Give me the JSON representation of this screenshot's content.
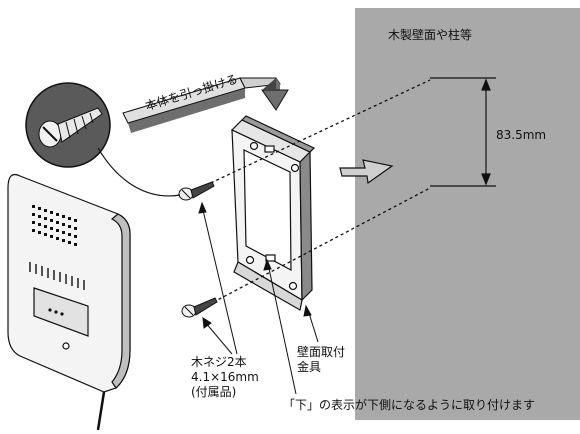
{
  "labels": {
    "wall": "木製壁面や柱等",
    "dimension": "83.5mm",
    "hang": "本体を引っ掛ける",
    "screw_line1": "木ネジ2本",
    "screw_line2": "4.1×16mm",
    "screw_line3": "(付属品)",
    "bracket_line1": "壁面取付",
    "bracket_line2": "金具",
    "bottom_note": "「下」の表示が下側になるように取り付けます"
  },
  "colors": {
    "wall": "#a9a9a9",
    "line": "#111111",
    "shade": "#cfcfcf"
  }
}
